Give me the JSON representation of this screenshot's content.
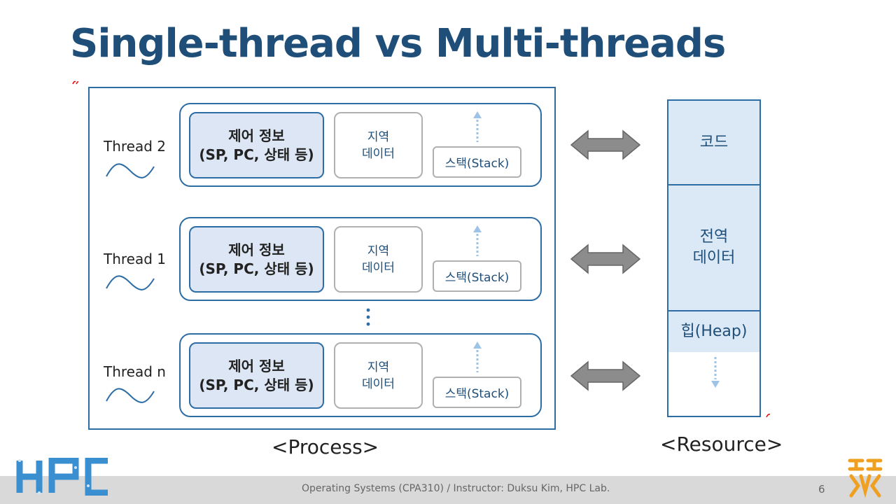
{
  "slide": {
    "title": "Single-thread vs Multi-threads"
  },
  "threads": [
    {
      "label": "Thread 2",
      "control_line1": "제어 정보",
      "control_line2": "(SP, PC, 상태 등)",
      "local_line1": "지역",
      "local_line2": "데이터",
      "stack": "스택(Stack)"
    },
    {
      "label": "Thread 1",
      "control_line1": "제어 정보",
      "control_line2": "(SP, PC, 상태 등)",
      "local_line1": "지역",
      "local_line2": "데이터",
      "stack": "스택(Stack)"
    },
    {
      "label": "Thread n",
      "control_line1": "제어 정보",
      "control_line2": "(SP, PC, 상태 등)",
      "local_line1": "지역",
      "local_line2": "데이터",
      "stack": "스택(Stack)"
    }
  ],
  "resource": {
    "code": "코드",
    "global_line1": "전역",
    "global_line2": "데이터",
    "heap": "힙(Heap)"
  },
  "captions": {
    "process": "<Process>",
    "resource": "<Resource>"
  },
  "footer": {
    "text": "Operating Systems (CPA310) / Instructor: Duksu Kim, HPC Lab.",
    "page": "6"
  },
  "logos": {
    "left": "HPC"
  },
  "colors": {
    "title": "#1f4e79",
    "border": "#2e6da4",
    "control_fill": "#dce6f4",
    "resource_fill": "#dbe9f7",
    "arrow": "#8c8c8c",
    "footer_bar": "#d9d9d9"
  }
}
